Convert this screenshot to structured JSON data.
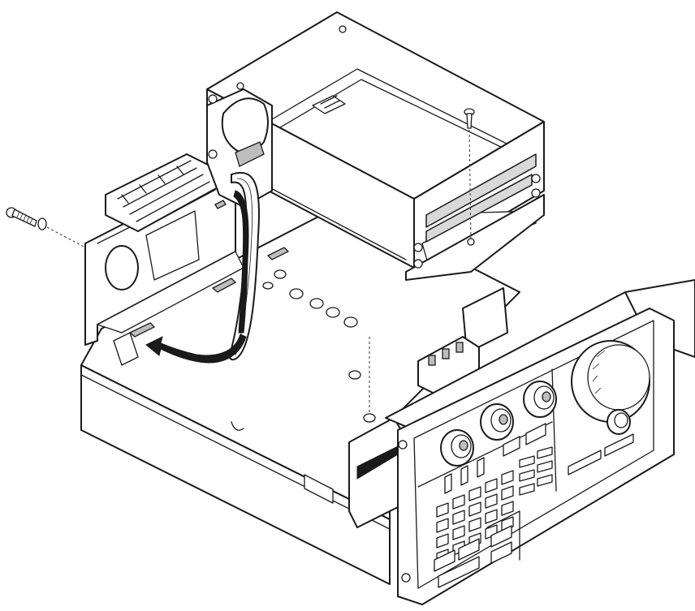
{
  "figure": {
    "palette": {
      "ink": "#1a1a1a",
      "paper": "#ffffff",
      "shade": "#d9d9d9"
    },
    "parts": [
      {
        "id": "chassis",
        "icon": "chassis-icon"
      },
      {
        "id": "drive-module",
        "icon": "drive-module-icon"
      },
      {
        "id": "ribbon-cable",
        "icon": "ribbon-cable-icon"
      },
      {
        "id": "routing-arrow",
        "icon": "curved-arrow-icon"
      },
      {
        "id": "rear-screw",
        "icon": "screw-icon"
      },
      {
        "id": "top-screw",
        "icon": "screw-icon"
      },
      {
        "id": "front-panel",
        "icon": "front-panel-icon"
      },
      {
        "id": "heatsink",
        "icon": "heatsink-icon"
      }
    ]
  }
}
